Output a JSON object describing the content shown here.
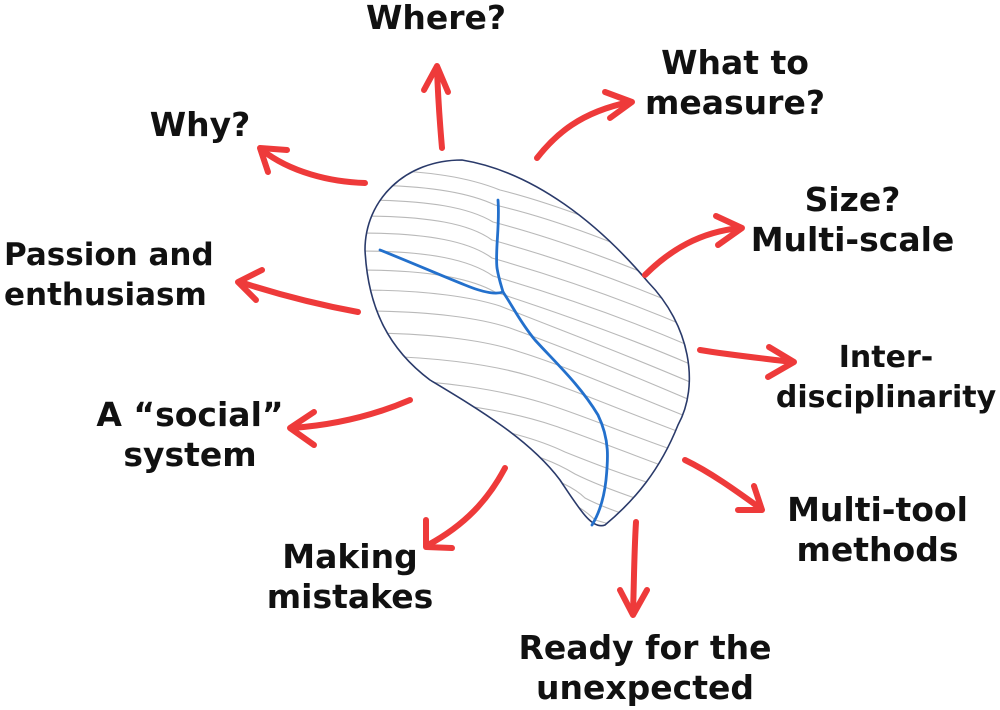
{
  "diagram": {
    "colors": {
      "arrow": "#ee3a3a",
      "river": "#2370cc",
      "outline": "#2a3a6a",
      "contour": "#b9b9b9",
      "text": "#111111"
    },
    "center_icon": "watershed-contour-map-icon",
    "topics": [
      {
        "id": "where",
        "lines": [
          "Where?"
        ]
      },
      {
        "id": "what-to-measure",
        "lines": [
          "What to",
          "measure?"
        ]
      },
      {
        "id": "size",
        "lines": [
          "Size?",
          "Multi-scale"
        ]
      },
      {
        "id": "interdisciplinarity",
        "lines": [
          "Inter-",
          "disciplinarity"
        ]
      },
      {
        "id": "multi-tool",
        "lines": [
          "Multi-tool",
          "methods"
        ]
      },
      {
        "id": "ready",
        "lines": [
          "Ready for the",
          "unexpected"
        ]
      },
      {
        "id": "mistakes",
        "lines": [
          "Making",
          "mistakes"
        ]
      },
      {
        "id": "social",
        "lines": [
          "A “social”",
          "system"
        ]
      },
      {
        "id": "passion",
        "lines": [
          "Passion and",
          "enthusiasm"
        ]
      },
      {
        "id": "why",
        "lines": [
          "Why?"
        ]
      }
    ]
  }
}
